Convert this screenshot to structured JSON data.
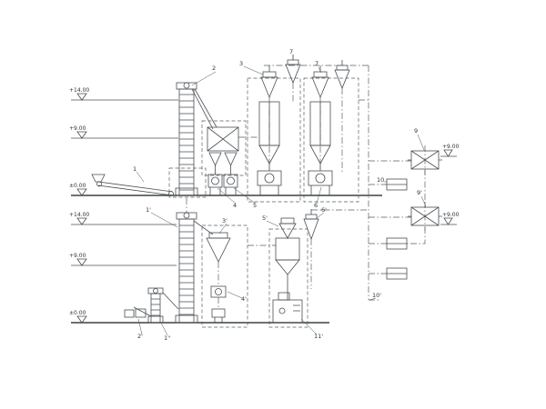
{
  "diagram": {
    "type": "process-flow-diagram",
    "background": "#ffffff",
    "line_color": "#4a4f54"
  },
  "elevation_markers": [
    {
      "text": "+14.00"
    },
    {
      "text": "+9.00"
    },
    {
      "text": "±0.00"
    },
    {
      "text": "+14.00"
    },
    {
      "text": "+9.00"
    },
    {
      "text": "±0.00"
    },
    {
      "text": "+9.00"
    },
    {
      "text": "+9.00"
    }
  ],
  "equipment_labels": [
    {
      "text": "1"
    },
    {
      "text": "2"
    },
    {
      "text": "3"
    },
    {
      "text": "7"
    },
    {
      "text": "7"
    },
    {
      "text": "4"
    },
    {
      "text": "5"
    },
    {
      "text": "6"
    },
    {
      "text": "9"
    },
    {
      "text": "9'"
    },
    {
      "text": "10"
    },
    {
      "text": "10'"
    },
    {
      "text": "1'"
    },
    {
      "text": "3'"
    },
    {
      "text": "5'"
    },
    {
      "text": "6'"
    },
    {
      "text": "4'"
    },
    {
      "text": "11'"
    },
    {
      "text": "2'"
    },
    {
      "text": "1''"
    }
  ]
}
